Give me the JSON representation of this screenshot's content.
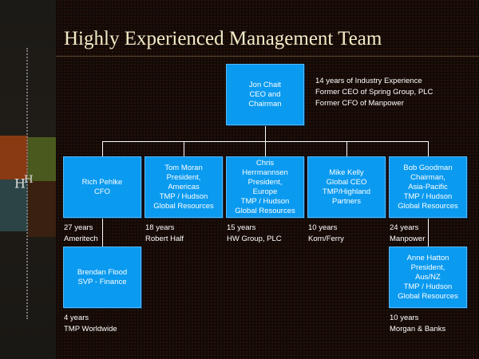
{
  "title": "Highly Experienced Management Team",
  "logo_text": "HH",
  "ceo": {
    "lines": [
      "Jon Chait",
      "CEO and",
      "Chairman"
    ],
    "notes": [
      "14 years of Industry Experience",
      "Former CEO of Spring Group, PLC",
      "Former CFO of Manpower"
    ]
  },
  "reports": [
    {
      "lines": [
        "Rich Pehlke",
        "CFO"
      ],
      "years": "27 years",
      "company": "Ameritech"
    },
    {
      "lines": [
        "Tom Moran",
        "President,",
        "Americas",
        "TMP / Hudson",
        "Global Resources"
      ],
      "years": "18 years",
      "company": "Robert Half"
    },
    {
      "lines": [
        "Chris",
        "Herrmannsen",
        "President,",
        "Europe",
        "TMP / Hudson",
        "Global Resources"
      ],
      "years": "15 years",
      "company": "HW Group, PLC"
    },
    {
      "lines": [
        "Mike Kelly",
        "Global CEO",
        "TMP/Highland",
        "Partners"
      ],
      "years": "10 years",
      "company": "Korn/Ferry"
    },
    {
      "lines": [
        "Bob Goodman",
        "Chairman,",
        "Asia-Pacific",
        "TMP / Hudson",
        "Global Resources"
      ],
      "years": "24 years",
      "company": "Manpower"
    }
  ],
  "sub": [
    {
      "lines": [
        "Brendan Flood",
        "SVP - Finance"
      ],
      "years": "4 years",
      "company": "TMP Worldwide"
    },
    {
      "lines": [
        "Anne Hatton",
        "President,",
        "Aus/NZ",
        "TMP / Hudson",
        "Global Resources"
      ],
      "years": "10 years",
      "company": "Morgan & Banks"
    }
  ]
}
